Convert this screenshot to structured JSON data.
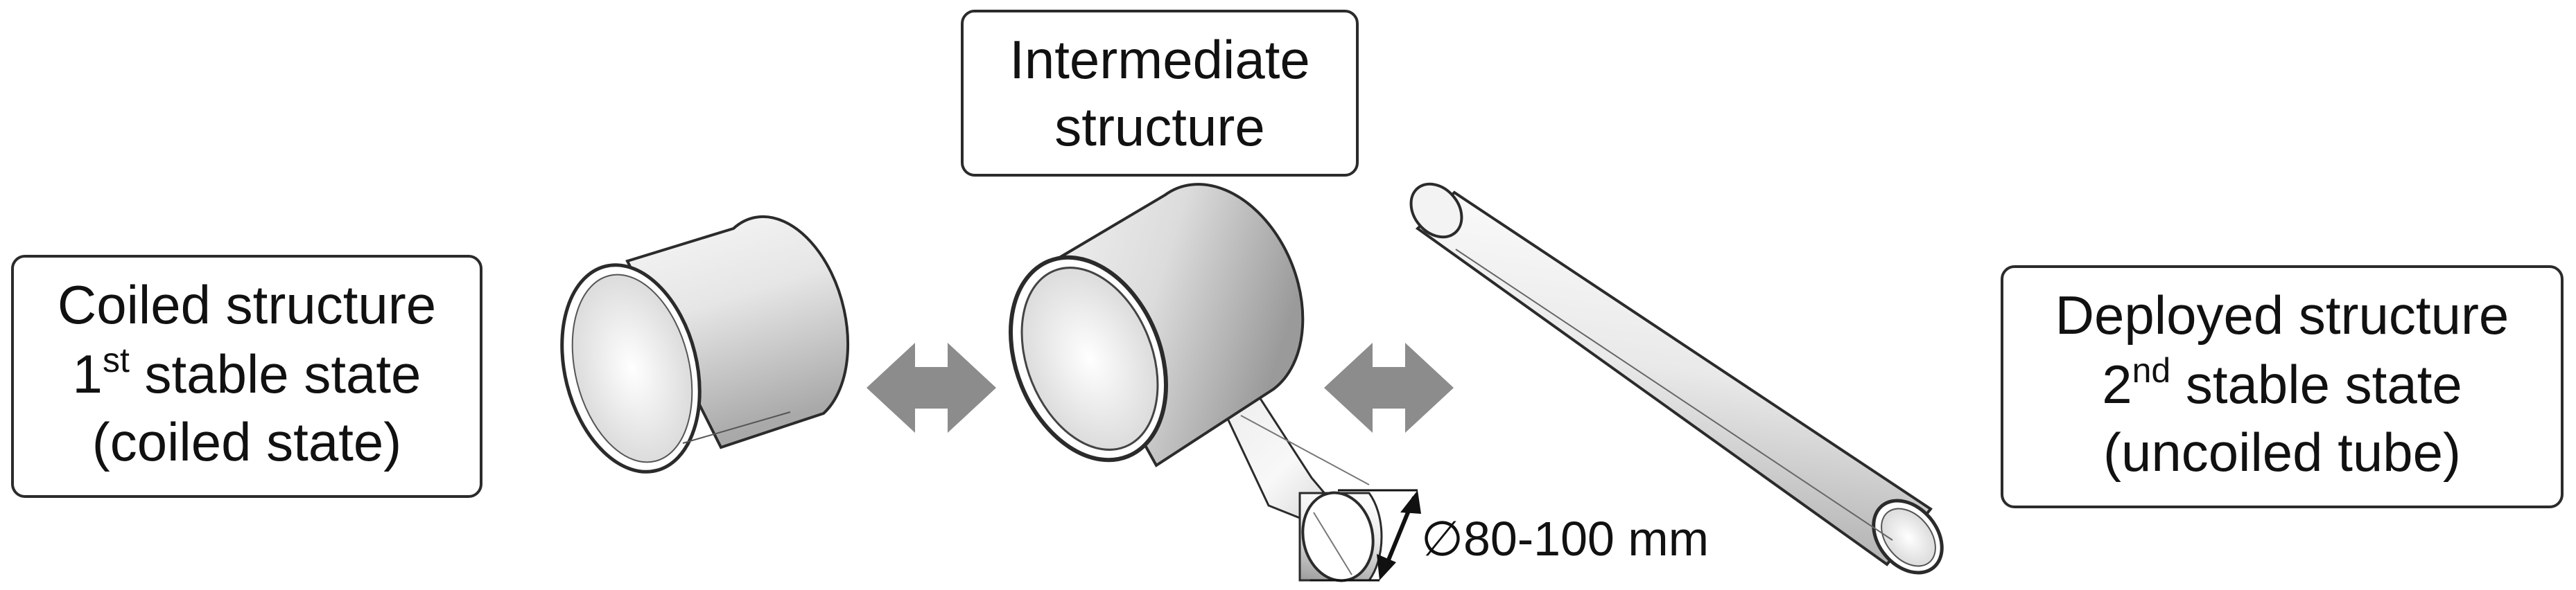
{
  "labels": {
    "coiled": {
      "line1": "Coiled structure",
      "line2_prefix": "1",
      "line2_sup": "st",
      "line2_suffix": " stable state",
      "line3": "(coiled state)"
    },
    "intermediate": {
      "line1": "Intermediate",
      "line2": "structure"
    },
    "deployed": {
      "line1": "Deployed structure",
      "line2_prefix": "2",
      "line2_sup": "nd",
      "line2_suffix": " stable state",
      "line3": "(uncoiled tube)"
    }
  },
  "dimension": {
    "symbol": "∅",
    "value": "80-100 mm"
  },
  "icons": {
    "arrow_left_middle": "double-headed-arrow-icon",
    "arrow_middle_right": "double-headed-arrow-icon"
  },
  "colors": {
    "arrow": "#8c8c8c",
    "outline": "#2b2b2b"
  }
}
